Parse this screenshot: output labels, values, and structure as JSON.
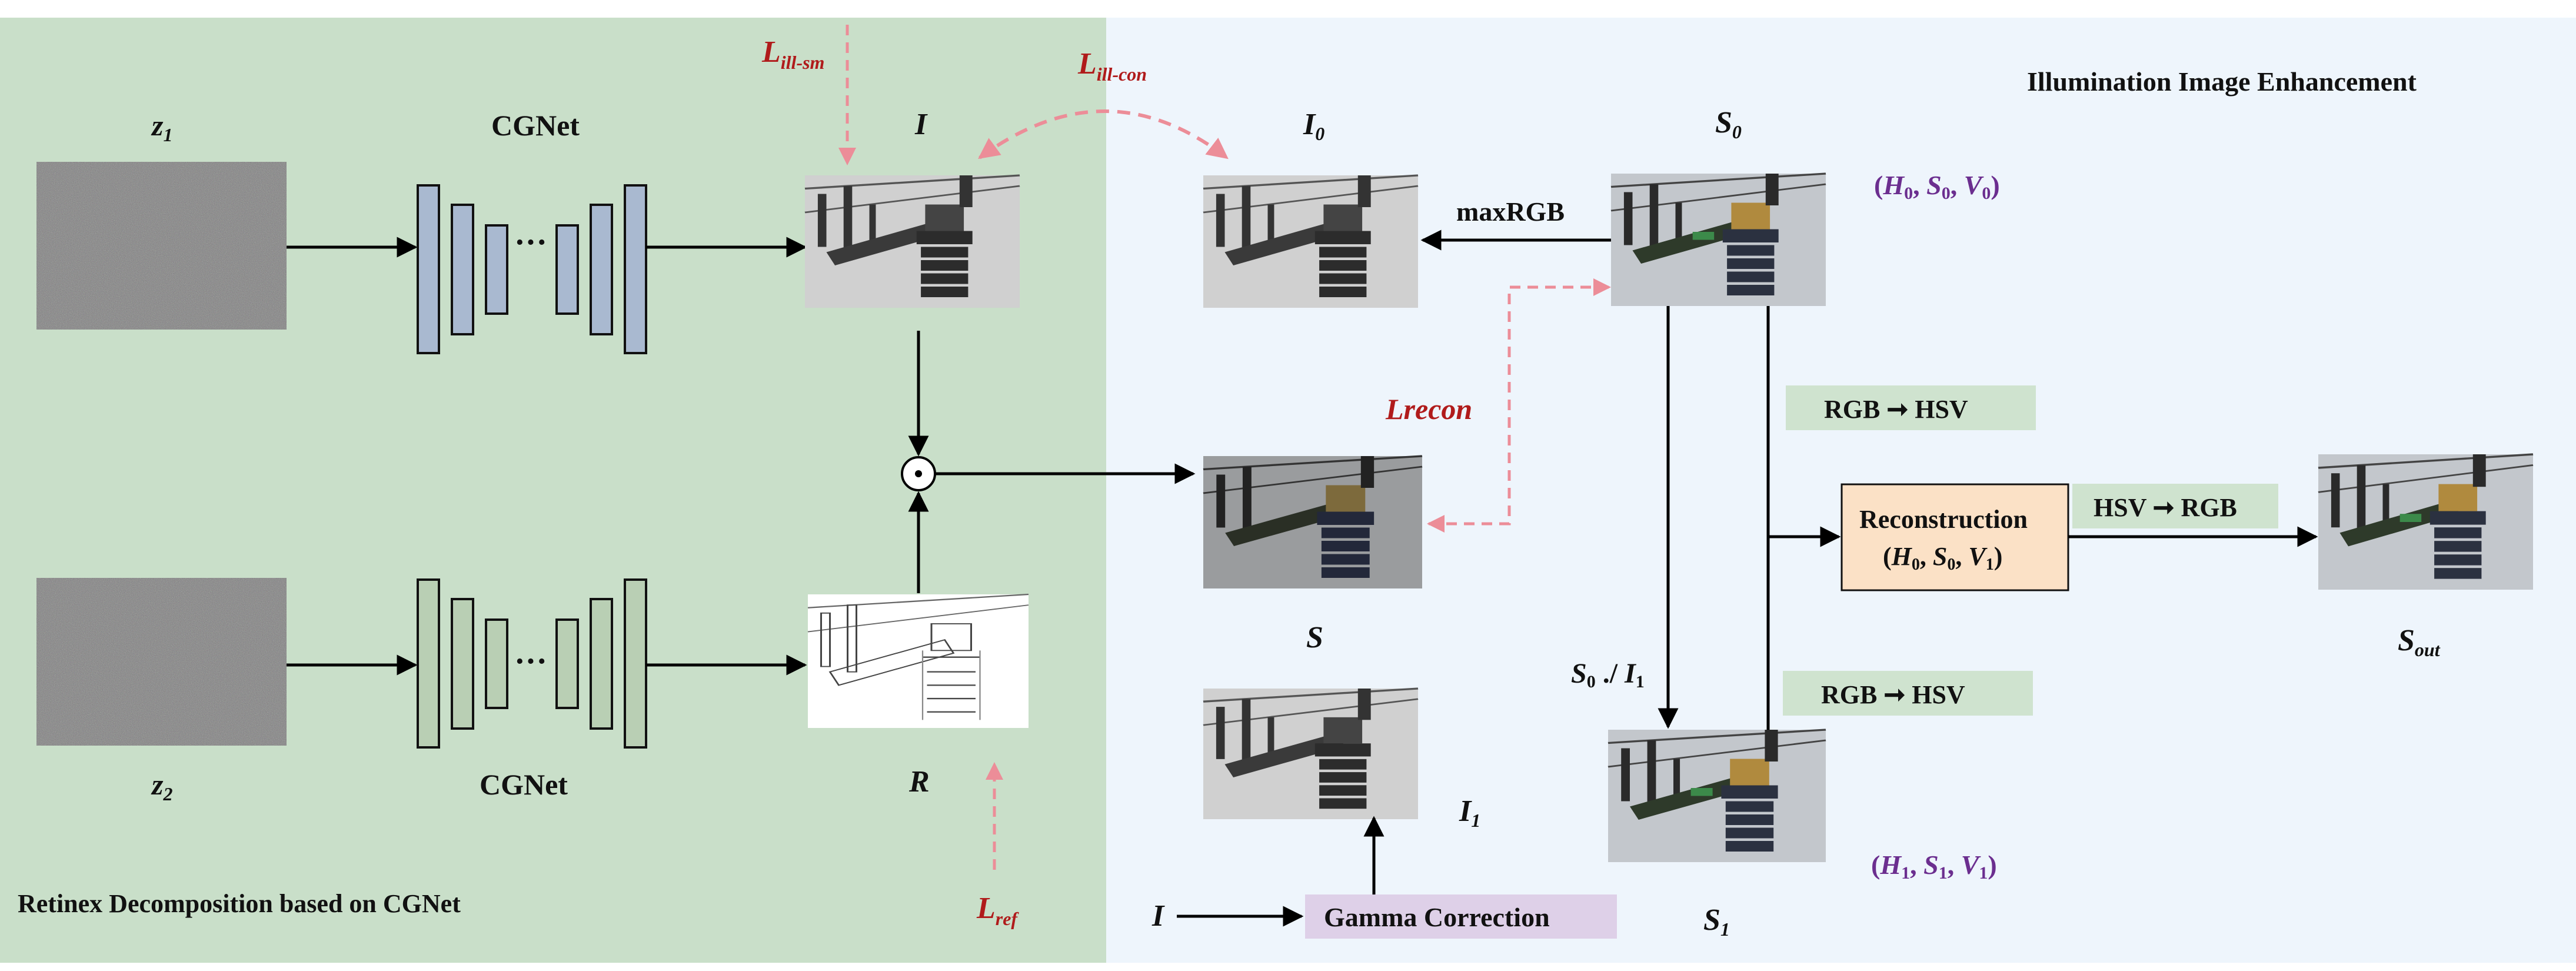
{
  "left_panel": {
    "title": "Retinex Decomposition based on CGNet",
    "noise_top_label": "z",
    "noise_top_sub": "1",
    "noise_bottom_label": "z",
    "noise_bottom_sub": "2",
    "net_top_label": "CGNet",
    "net_bottom_label": "CGNet",
    "dots": "···",
    "illum_label": "I",
    "refl_label": "R",
    "mult_symbol": "⊙",
    "loss_smooth_main": "L",
    "loss_smooth_sub": "ill-sm",
    "loss_consist_main": "L",
    "loss_consist_sub": "ill-con",
    "loss_ref_main": "L",
    "loss_ref_sub": "ref"
  },
  "right_panel": {
    "title": "Illumination Image Enhancement",
    "i0_label": "I",
    "i0_sub": "0",
    "s0_label": "S",
    "s0_sub": "0",
    "s_label": "S",
    "i1_label": "I",
    "i1_sub": "1",
    "s1_label": "S",
    "s1_sub": "1",
    "sout_label": "S",
    "sout_sub": "out",
    "maxrgb": "maxRGB",
    "lrecon": "Lrecon",
    "rgb_hsv_top": "RGB ➞ HSV",
    "rgb_hsv_bottom": "RGB ➞ HSV",
    "hsv_rgb": "HSV ➞ RGB",
    "reconstruction_title": "Reconstruction",
    "reconstruction_tuple": "(H0, S0, V1)",
    "hsv0_tuple": "(H0, S0, V0)",
    "hsv1_tuple": "(H1, S1, V1)",
    "division_label": "S0 ./ I1",
    "gamma_label": "Gamma Correction",
    "gamma_input": "I"
  },
  "colors": {
    "left_bg": "#c9dfc9",
    "right_bg": "#eef5fc",
    "block_blue": "#a9b9d0",
    "block_green": "#b9cfb4",
    "loss_red": "#b01b1b",
    "dashed_pink": "#ec8d98",
    "label_green": "#cfe3cf",
    "recon_peach": "#fbe1c6",
    "gamma_lavender": "#ded0e8",
    "tuple_purple": "#6b2e8f"
  }
}
